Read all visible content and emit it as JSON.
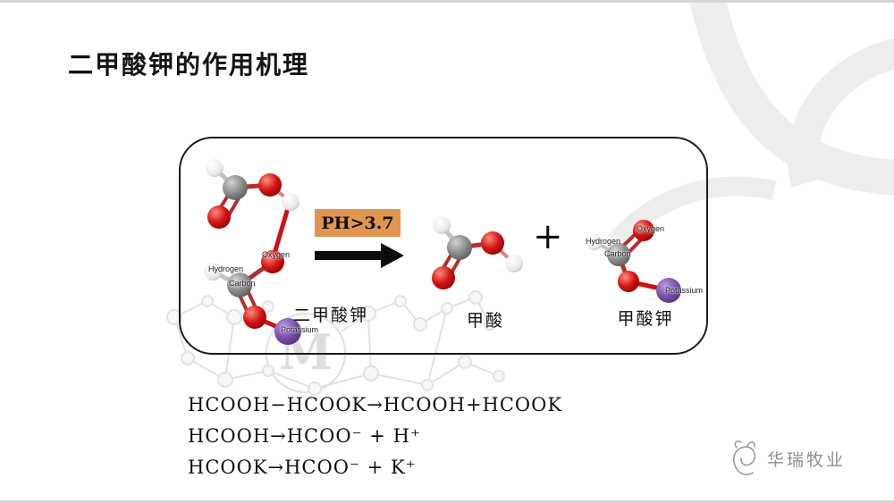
{
  "slide": {
    "title": "二甲酸钾的作用机理"
  },
  "reaction": {
    "condition": "PH>3.7",
    "plus": "+",
    "molecules": {
      "reactant": "二甲酸钾",
      "product1": "甲酸",
      "product2": "甲酸钾"
    },
    "atom_labels": {
      "hydrogen": "Hydrogen",
      "carbon": "Carbon",
      "oxygen": "Oxygen",
      "potassium": "Potassium"
    }
  },
  "equations": [
    "HCOOH−HCOOK→HCOOH+HCOOK",
    "HCOOH→HCOO⁻ + H⁺",
    "HCOOK→HCOO⁻ + K⁺"
  ],
  "decor": {
    "letter": "M"
  },
  "watermark": {
    "company": "华瑞牧业"
  },
  "colors": {
    "oxygen": "#c21807",
    "carbon": "#8a8a8a",
    "hydrogen": "#f2f2f2",
    "potassium": "#7a4fae",
    "condition_bg": "#e2954e"
  }
}
